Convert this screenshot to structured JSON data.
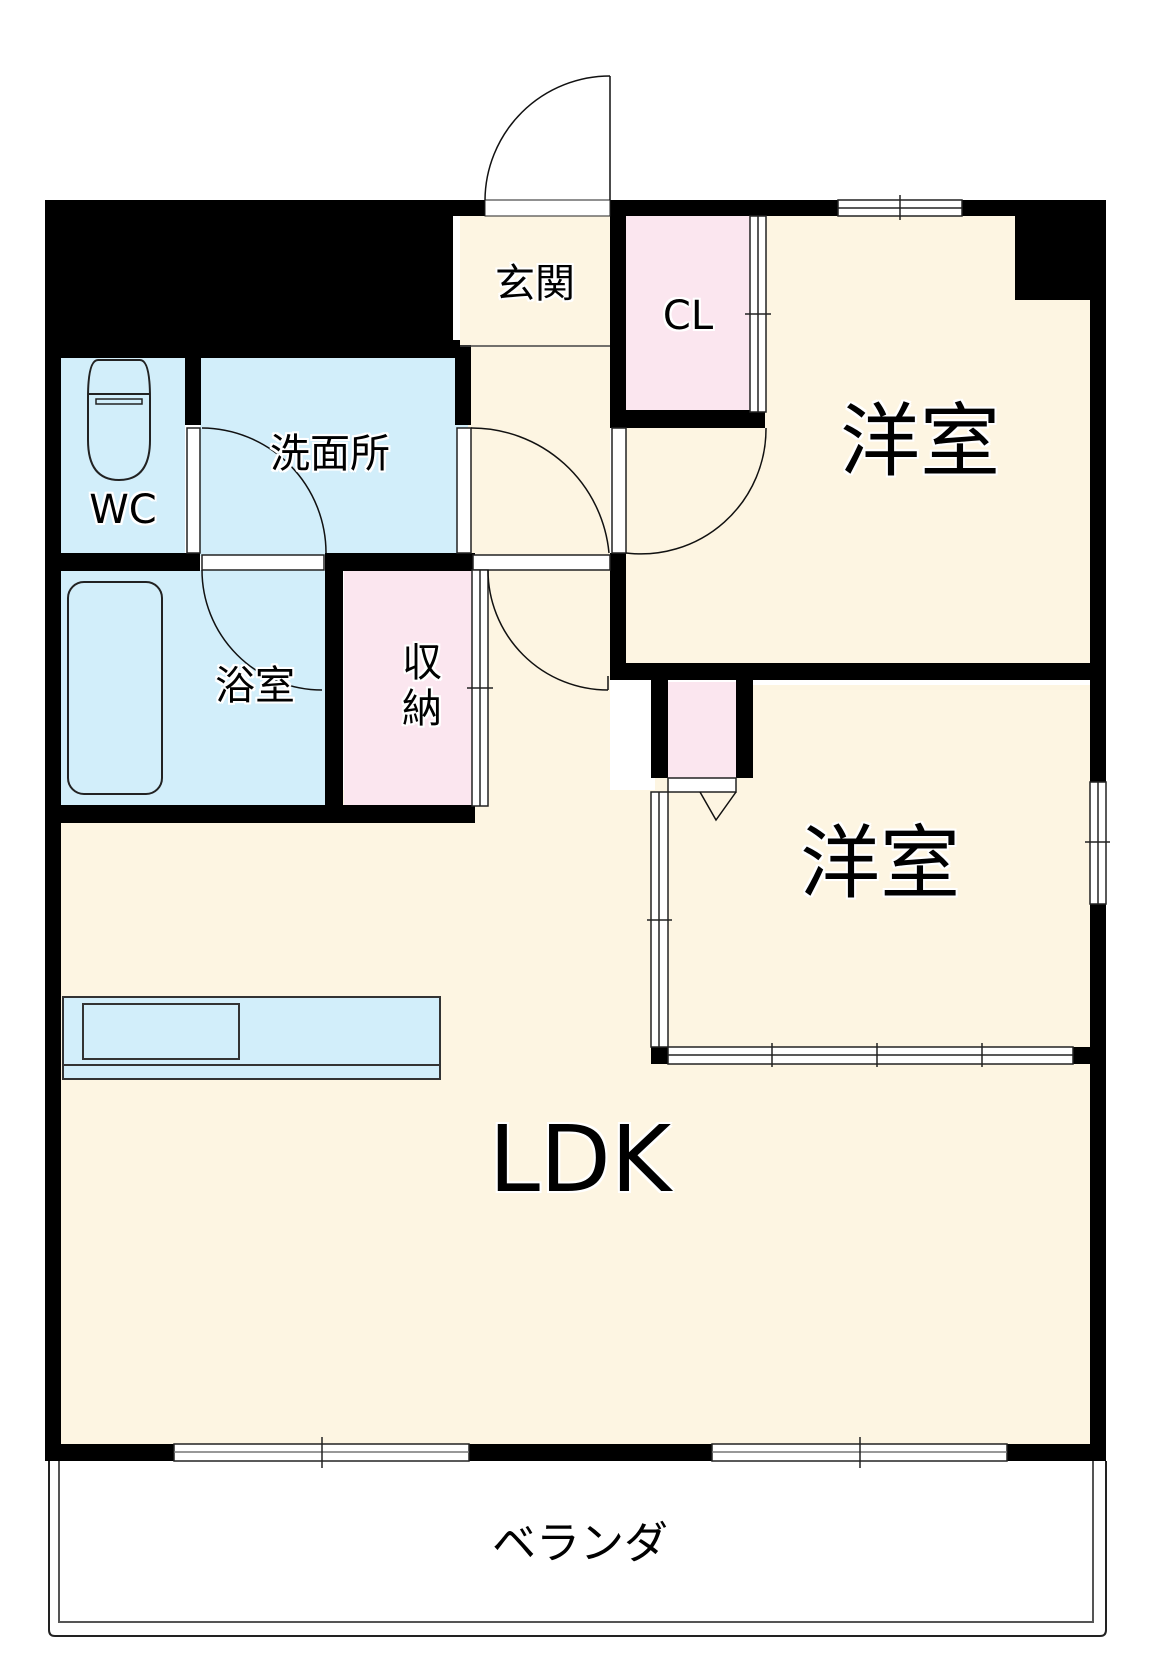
{
  "floor_plan": {
    "colors": {
      "wall": "#000000",
      "wet_area": "#d2eefa",
      "living_area": "#fdf5e2",
      "storage": "#fbe6ef",
      "background": "#ffffff"
    },
    "rooms": {
      "entrance": {
        "label": "玄関"
      },
      "closet": {
        "label": "CL"
      },
      "western_room_1": {
        "label": "洋室"
      },
      "toilet": {
        "label": "WC"
      },
      "washroom": {
        "label": "洗面所"
      },
      "bathroom": {
        "label": "浴室"
      },
      "storage": {
        "label": "収納"
      },
      "western_room_2": {
        "label": "洋室"
      },
      "ldk": {
        "label": "LDK"
      },
      "veranda": {
        "label": "ベランダ"
      }
    }
  }
}
